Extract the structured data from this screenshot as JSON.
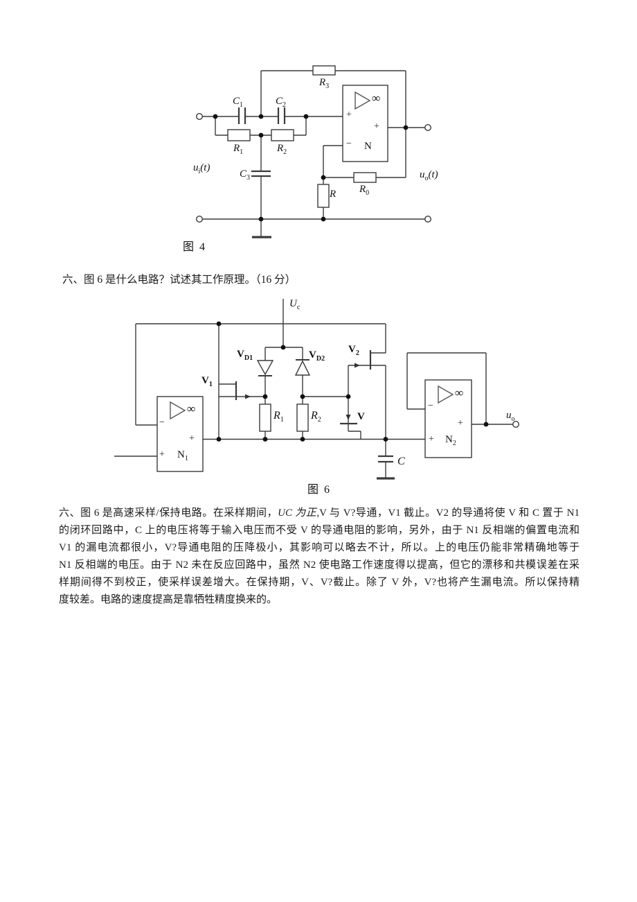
{
  "question": {
    "text": "六、图 6 是什么电路？试述其工作原理。（16 分）"
  },
  "fig4": {
    "caption": "图 4",
    "labels": {
      "c1": {
        "base": "C",
        "sub": "1"
      },
      "c2": {
        "base": "C",
        "sub": "2"
      },
      "c3": {
        "base": "C",
        "sub": "3"
      },
      "r1": {
        "base": "R",
        "sub": "1"
      },
      "r2": {
        "base": "R",
        "sub": "2"
      },
      "r3": {
        "base": "R",
        "sub": "3"
      },
      "r0": {
        "base": "R",
        "sub": "0"
      },
      "r": "R",
      "ui": {
        "base": "u",
        "sub": "i",
        "tail": "(t)"
      },
      "uo": {
        "base": "u",
        "sub": "o",
        "tail": "(t)"
      },
      "opamp_name": "N",
      "infinity": "∞",
      "plus_in": "+",
      "minus_in": "−",
      "plus_out": "+"
    }
  },
  "fig6": {
    "caption": "图 6",
    "labels": {
      "uc": {
        "base": "U",
        "sub": "c"
      },
      "vd1": {
        "base": "V",
        "sub": "D1"
      },
      "vd2": {
        "base": "V",
        "sub": "D2"
      },
      "v1": {
        "base": "V",
        "sub": "1"
      },
      "v2": {
        "base": "V",
        "sub": "2"
      },
      "v": "V",
      "r1": {
        "base": "R",
        "sub": "1"
      },
      "r2": {
        "base": "R",
        "sub": "2"
      },
      "c": "C",
      "uo": {
        "base": "u",
        "sub": "o"
      },
      "n1": {
        "base": "N",
        "sub": "1"
      },
      "n2": {
        "base": "N",
        "sub": "2"
      },
      "infinity": "∞",
      "plus": "+",
      "minus": "−"
    }
  },
  "answer": {
    "line1_pre": "六、图 6 是高速采样/保持电路。在采样期间，",
    "line1_italic": "UC 为正",
    "line1_post": ",V 与 V?导通，V1 截止。V2 的导通将使 V 和 C 置于 N1",
    "line2": "的闭环回路中，C 上的电压将等于输入电压而不受 V 的导通电阻的影响，另外，由于 N1 反相端的偏置电流和",
    "line3": "V1 的漏电流都很小，V?导通电阻的压降极小，其影响可以略去不计，所以。上的电压仍能非常精确地等于",
    "line4": "N1 反相端的电压。由于 N2 未在反应回路中，虽然 N2 使电路工作速度得以提高，但它的漂移和共模误差在采",
    "line5": "样期间得不到校正，使采样误差增大。在保持期，V、V?截止。除了 V 外，V?也将产生漏电流。所以保持精",
    "line6": "度较差。电路的速度提高是靠牺牲精度换来的。"
  }
}
